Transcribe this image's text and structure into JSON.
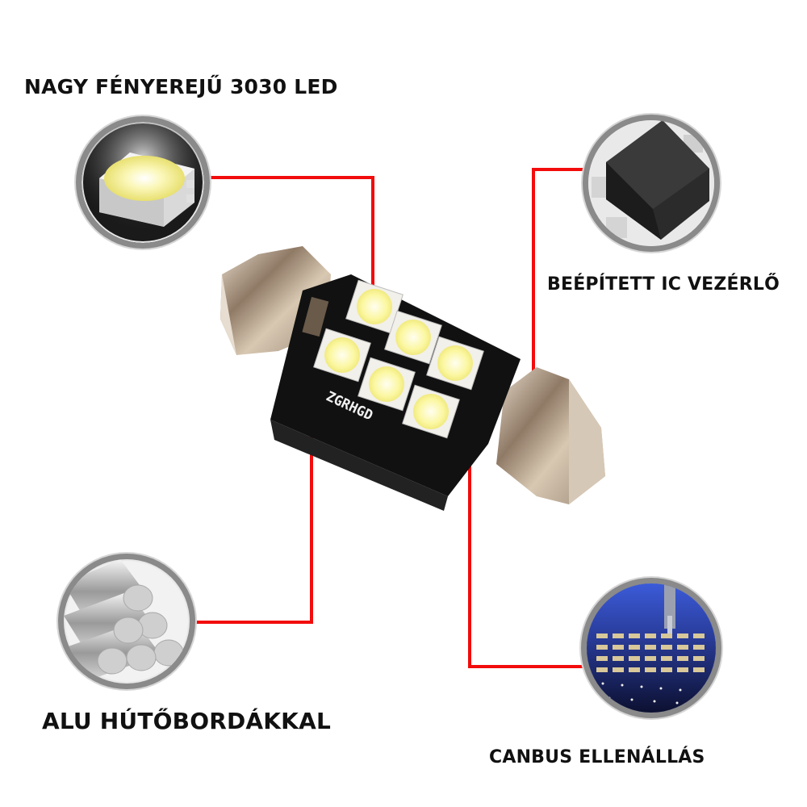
{
  "features": [
    {
      "id": "led",
      "label": "NAGY FÉNYEREJŰ 3030 LED",
      "icon": "smd-led-chip-icon"
    },
    {
      "id": "ic",
      "label": "BEÉPÍTETT IC VEZÉRLŐ",
      "icon": "ic-chip-icon"
    },
    {
      "id": "heatsink",
      "label": "ALU  HÚTŐBORDÁKKAL",
      "icon": "aluminum-rods-icon"
    },
    {
      "id": "canbus",
      "label": "CANBUS ELLENÁLLÁS",
      "icon": "circuit-board-machine-icon"
    }
  ],
  "product": {
    "brand_print": "ZGRHGD",
    "led_count": 6,
    "type": "festoon-led-bulb"
  },
  "colors": {
    "connector_line": "#f20c0c",
    "label_text": "#111111",
    "circle_frame": "#8a8a8a",
    "led_glow": "#fbf7a0",
    "pcb": "#111111",
    "metal_cap": "#b8a58f"
  }
}
